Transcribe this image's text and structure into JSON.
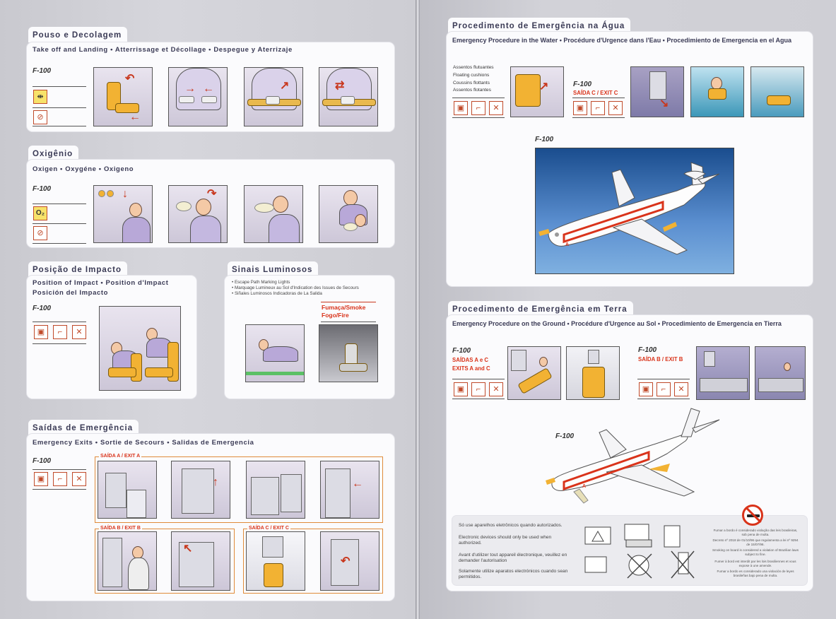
{
  "left": {
    "takeoff": {
      "title": "Pouso e Decolagem",
      "subtitle": "Take off and Landing • Atterrissage et Décollage • Despegue y Aterrizaje",
      "model": "F-100"
    },
    "oxygen": {
      "title": "Oxigênio",
      "subtitle": "Oxigen • Oxygéne • Oxigeno",
      "model": "F-100",
      "o2_label": "O₂"
    },
    "impact": {
      "title": "Posição de Impacto",
      "subtitle_1": "Position of Impact • Position d'Impact",
      "subtitle_2": "Posición del Impacto",
      "model": "F-100"
    },
    "lights": {
      "title": "Sinais Luminosos",
      "items": [
        "• Escape Path Marking Lights",
        "• Marquage Lumineux au Sol d'Indication des Issues de Secours",
        "• Siñales Luminosos Indicadoras de La Salida"
      ],
      "smoke_label_1": "Fumaça/Smoke",
      "smoke_label_2": "Fogo/Fire"
    },
    "exits": {
      "title": "Saídas de Emergência",
      "subtitle": "Emergency Exits • Sortie de Secours • Salidas de Emergencia",
      "model": "F-100",
      "exit_a": "SAÍDA A / EXIT A",
      "exit_b": "SAÍDA B / EXIT B",
      "exit_c": "SAÍDA C / EXIT C"
    }
  },
  "right": {
    "water": {
      "title": "Procedimento de Emergência na Água",
      "subtitle": "Emergency Procedure in the Water • Procédure d'Urgence dans l'Eau • Procedimiento de Emergencia en el Agua",
      "cushions": [
        "Assentos flutuantes",
        "Floating cushions",
        "Coussins flottants",
        "Assentos flotantes"
      ],
      "model": "F-100",
      "exit_c": "SAÍDA C / EXIT C",
      "diagram_model": "F-100"
    },
    "ground": {
      "title": "Procedimento de Emergência em Terra",
      "subtitle": "Emergency Procedure on the Ground • Procédure d'Urgence au Sol • Procedimiento de Emergencia en Tierra",
      "model_1": "F-100",
      "exits_ac_1": "SAÍDAS A e C",
      "exits_ac_2": "EXITS A and C",
      "model_2": "F-100",
      "exit_b": "SAÍDA B / EXIT B",
      "diagram_model": "F-100"
    },
    "electronics": {
      "para_1": "Só use aparelhos eletrônicos quando autorizados.",
      "para_2": "Electronic devices should only be used when authorized.",
      "para_3": "Avant d'utilizer tout appareil électronique, veuillez en demander l'autorisation",
      "para_4": "Solamente utilize aparatos electrónicos cuando sean permitidos.",
      "smoke_1": "Fumar a bordo é considerado violação das leis brasileiras, sob pena de multa.",
      "smoke_2": "Decreto nº 2018 de 01/10/96 que regulamenta a lei nº 9294 de 15/07/96.",
      "smoke_3": "Smoking on board is considered a violation of Brazilian laws subject to fine.",
      "smoke_4": "Fumer à bord est interdit par les lois brasiliennes et vous expose à une amende.",
      "smoke_5": "Fumar a bordo es considerado una violación de leyes brasileñas bajo pena de multa."
    }
  },
  "colors": {
    "accent_red": "#d9331a",
    "seat_yellow": "#f2b233",
    "sky_blue": "#2b62a8"
  }
}
